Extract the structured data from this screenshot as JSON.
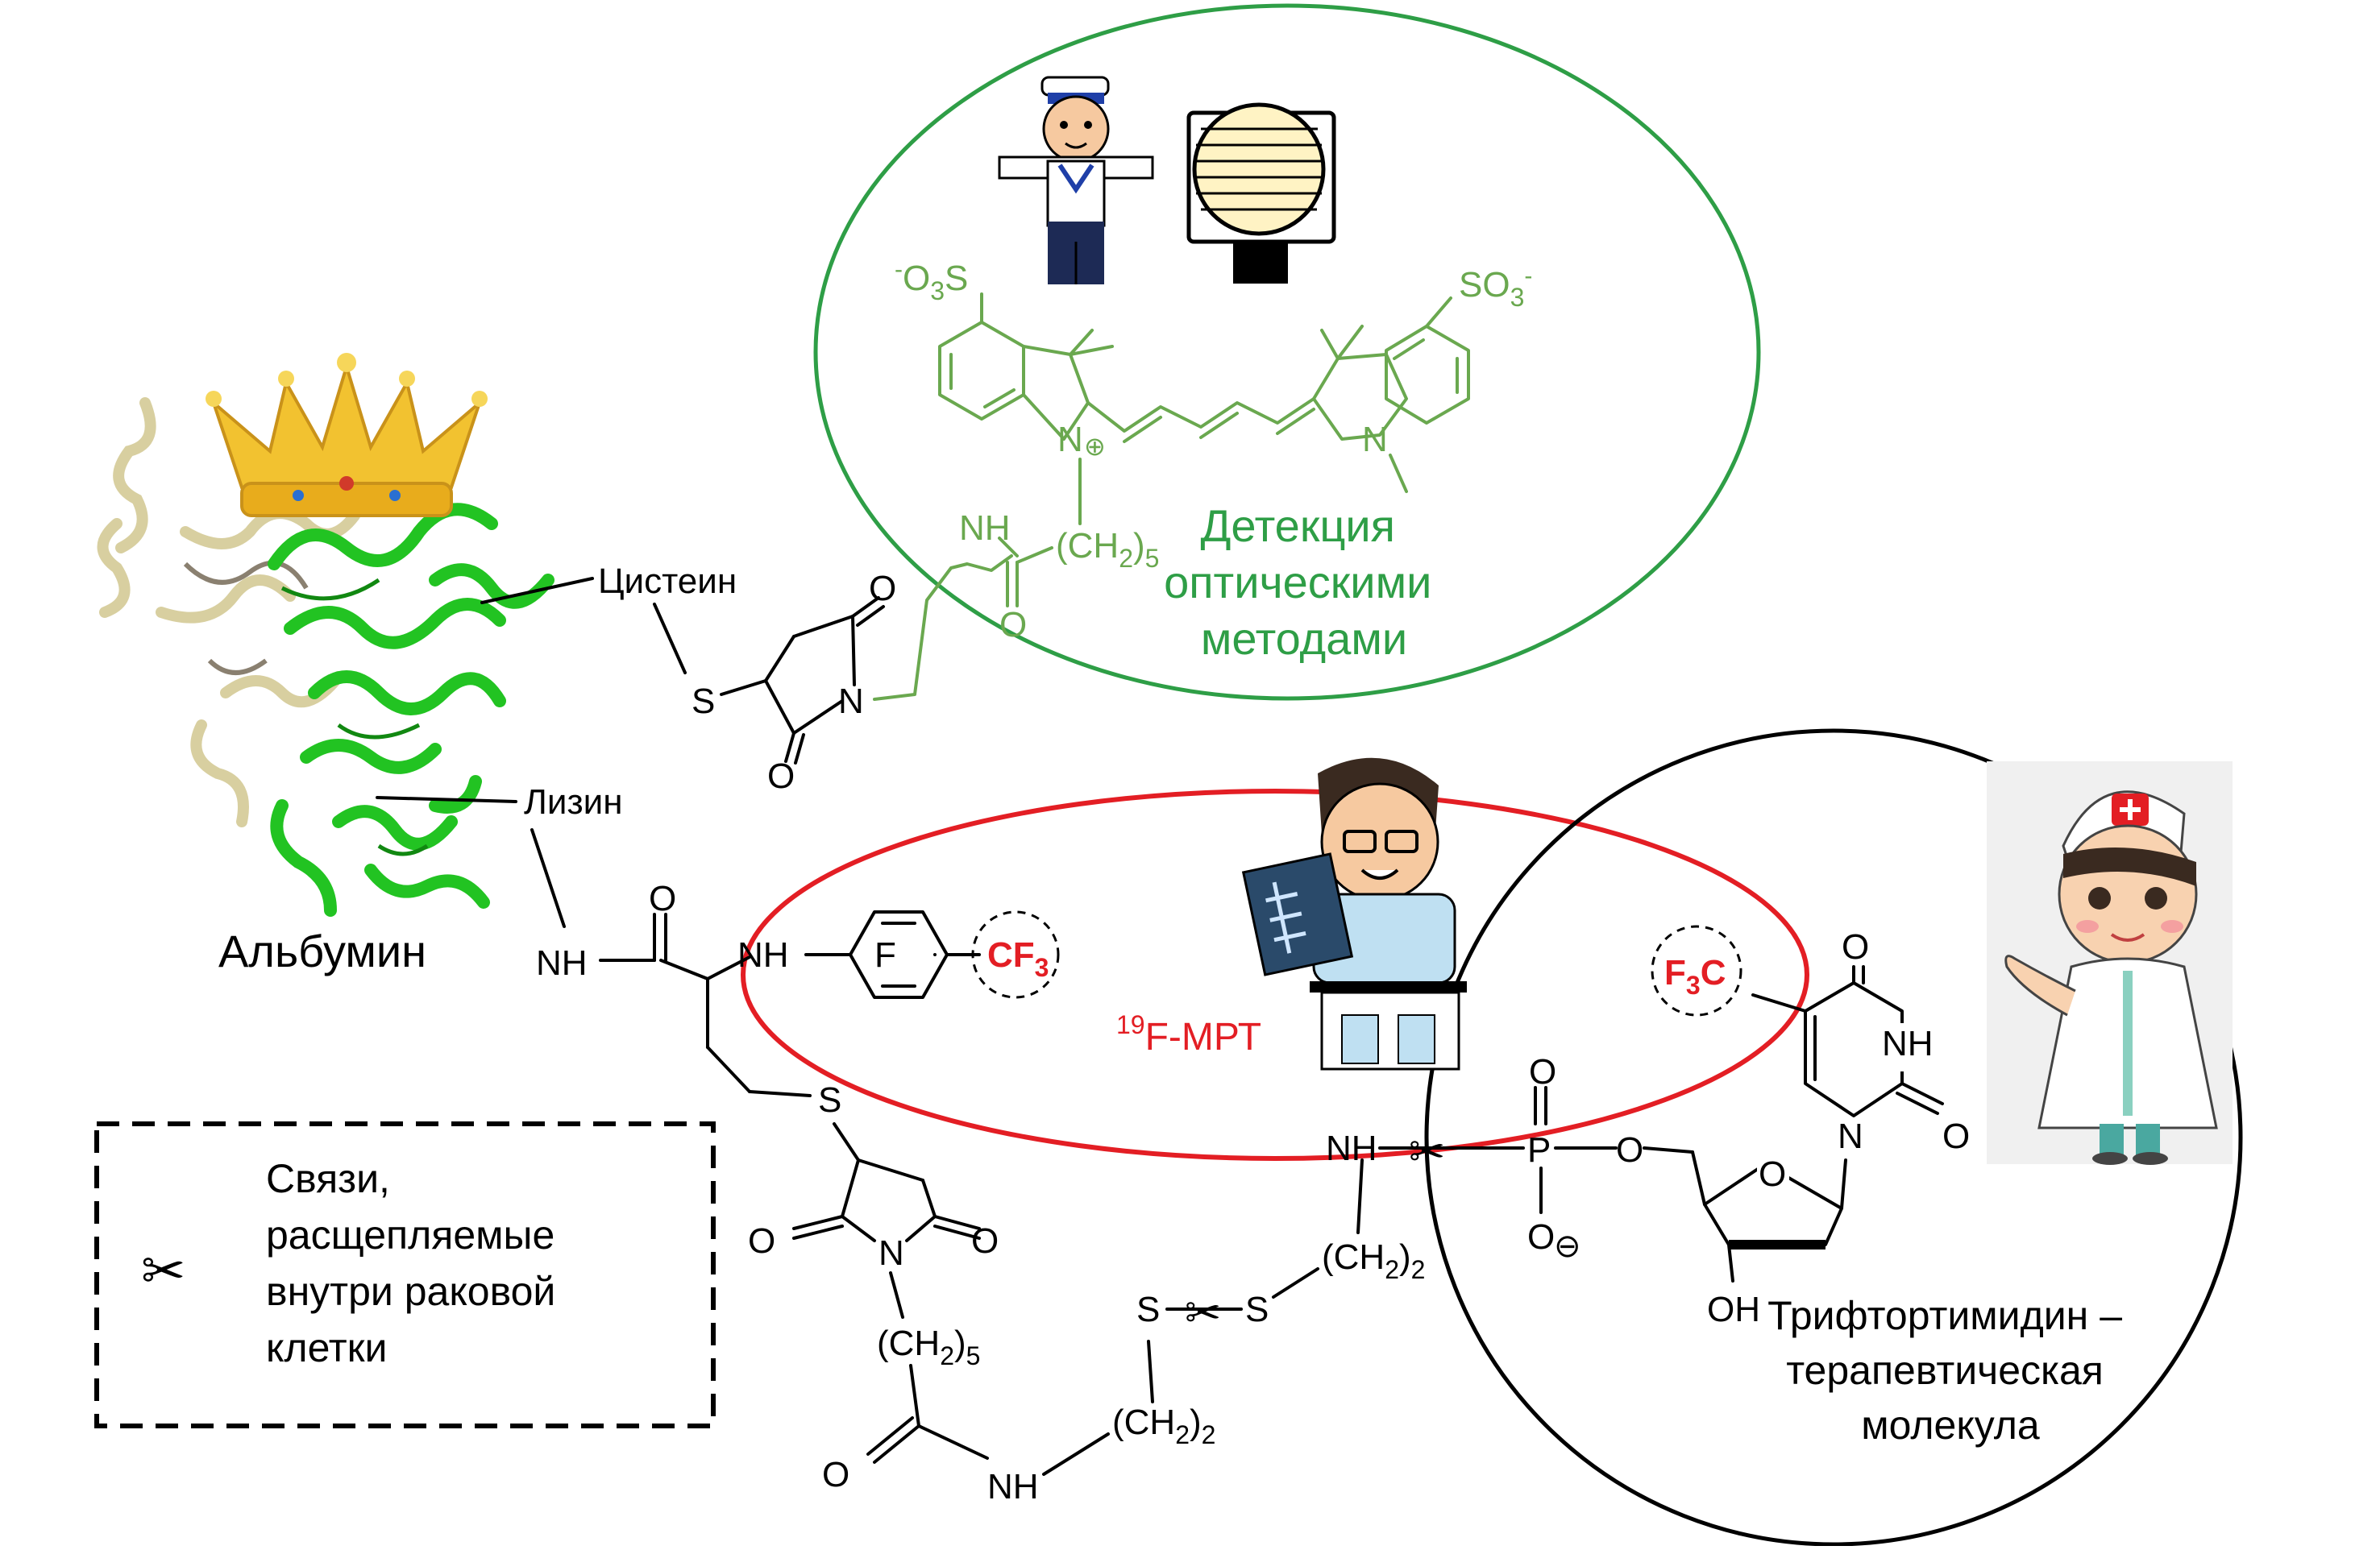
{
  "labels": {
    "albumin": "Альбумин",
    "cysteine": "Цистеин",
    "lysine": "Лизин",
    "optical_detection": [
      "Детекция",
      "оптическими",
      "методами"
    ],
    "mri_prefix": "19",
    "mri_label": "F-МРТ",
    "therapeutic": [
      "Трифтортимидин –",
      "терапевтическая",
      "молекула"
    ],
    "legend": [
      "Связи,",
      "расщепляемые",
      "внутри раковой",
      "клетки"
    ]
  },
  "atoms": {
    "S": "S",
    "N": "N",
    "O": "O",
    "NH": "NH",
    "F": "F",
    "P": "P",
    "OH": "OH",
    "Nplus": "N",
    "plus": "⊕",
    "minus": "⊖",
    "CH2": "(CH",
    "sub2": "2",
    "sub5": "5",
    "close": ")",
    "so3_left": "O",
    "so3_right": "SO",
    "sub3": "3",
    "minus_sup": "-",
    "cf3": "CF",
    "f3c": "F",
    "f3c_c": "C"
  },
  "icons": {
    "scissors": "✂"
  },
  "colors": {
    "green": "#6aa84f",
    "green_ellipse": "#2e9e46",
    "red": "#e31e24",
    "black": "#000000"
  }
}
